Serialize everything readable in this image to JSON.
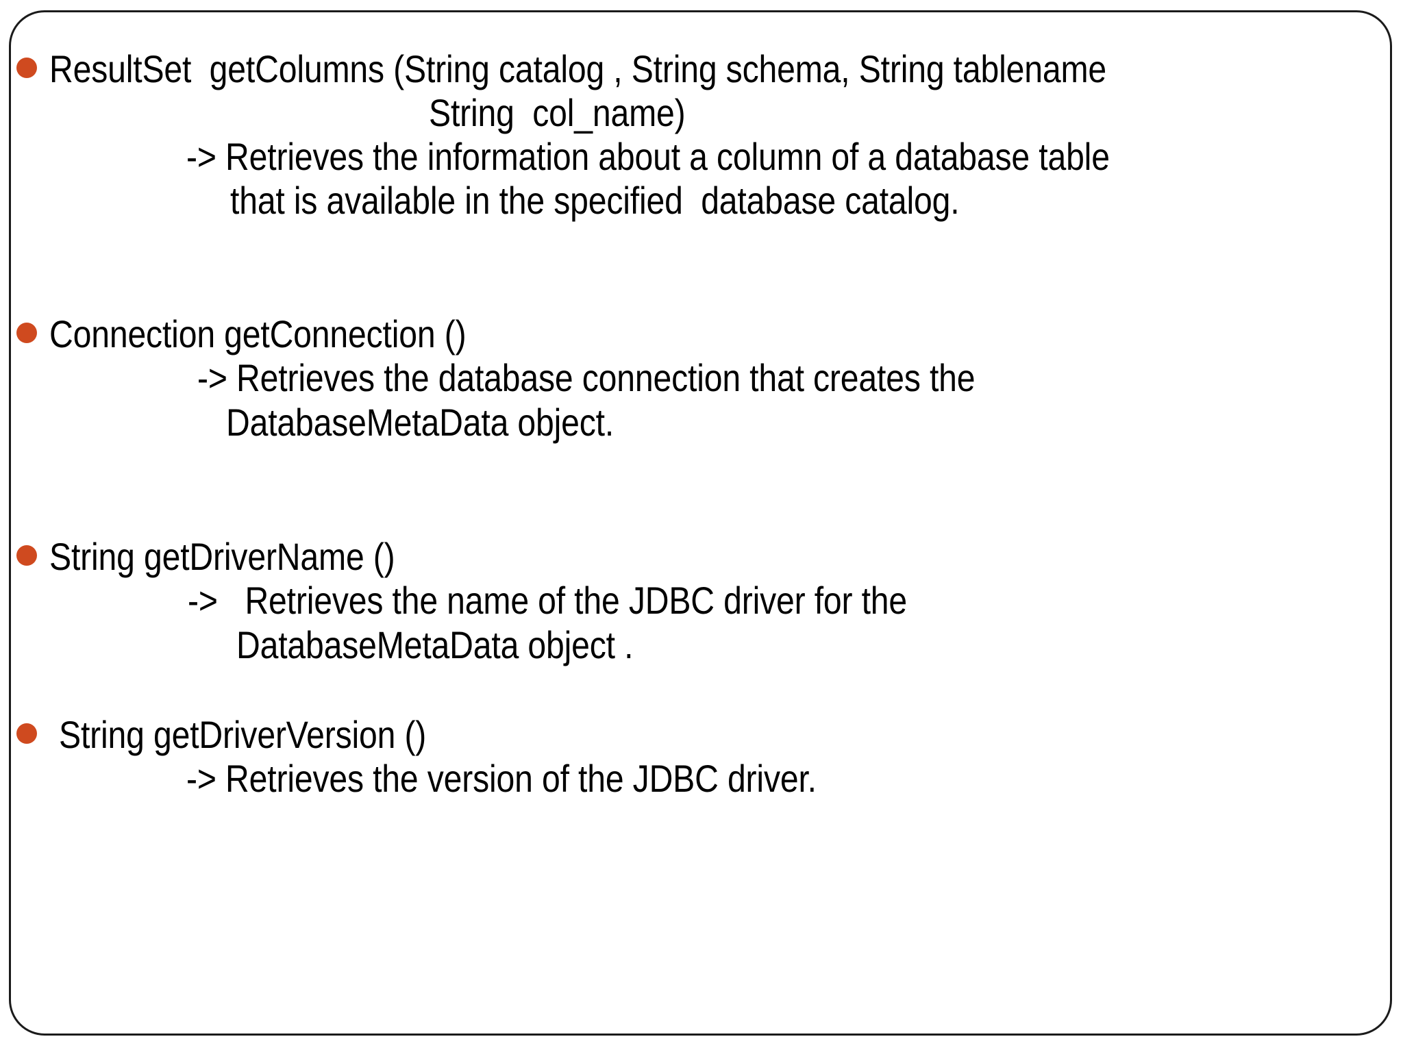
{
  "slide": {
    "background_color": "#ffffff",
    "border_color": "#1b1b1b",
    "bullet_color": "#cf4a1f",
    "text_color": "#000000"
  },
  "bullets": [
    {
      "marker": "bullet-dot",
      "lines": [
        "ResultSet  getColumns (String catalog , String schema, String tablename",
        "String  col_name)",
        "-> Retrieves the information about a column of a database table",
        "that is available in the specified  database catalog."
      ]
    },
    {
      "marker": "bullet-dot",
      "lines": [
        "Connection getConnection ()",
        "-> Retrieves the database connection that creates the",
        "DatabaseMetaData object."
      ]
    },
    {
      "marker": "bullet-dot",
      "lines": [
        "String getDriverName ()",
        "->   Retrieves the name of the JDBC driver for the",
        "DatabaseMetaData object ."
      ]
    },
    {
      "marker": "bullet-dot",
      "lines": [
        "String getDriverVersion ()",
        "-> Retrieves the version of the JDBC driver."
      ]
    }
  ]
}
